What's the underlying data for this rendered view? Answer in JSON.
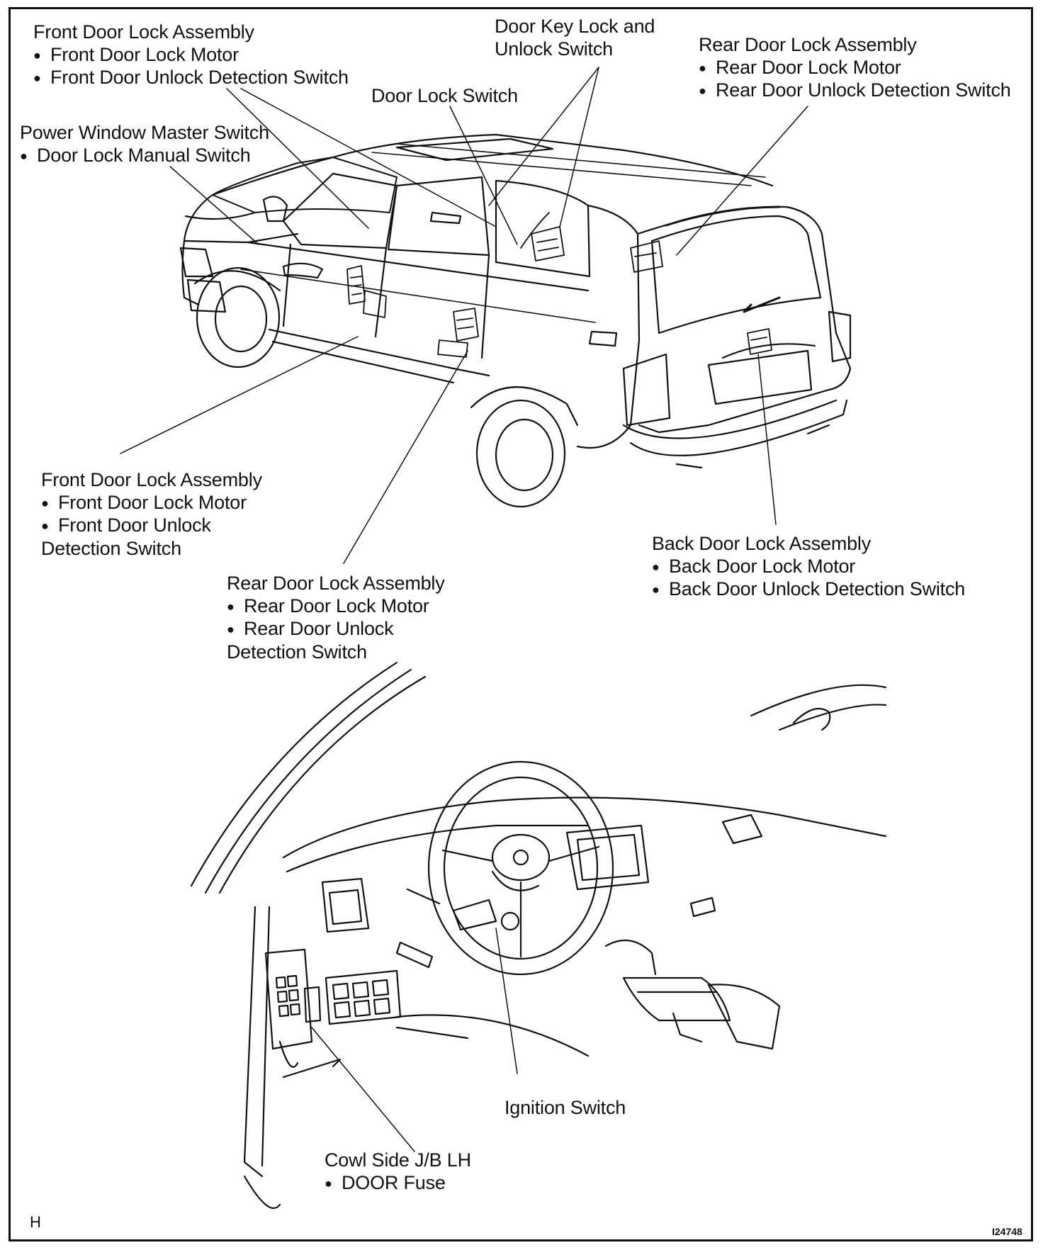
{
  "labels": {
    "front_door_lock_top": {
      "title": "Front Door Lock Assembly",
      "items": [
        "Front Door Lock Motor",
        "Front Door Unlock Detection Switch"
      ]
    },
    "door_key_lock": {
      "line1": "Door Key Lock and",
      "line2": "Unlock Switch"
    },
    "rear_door_lock_top": {
      "title": "Rear Door Lock Assembly",
      "items": [
        "Rear Door Lock Motor",
        "Rear Door Unlock Detection Switch"
      ]
    },
    "door_lock_switch": "Door Lock Switch",
    "power_window": {
      "title": "Power Window Master Switch",
      "items": [
        "Door Lock Manual Switch"
      ]
    },
    "front_door_lock_bottom": {
      "title": "Front Door Lock Assembly",
      "item1": "Front Door Lock Motor",
      "item2": "Front Door Unlock",
      "item2_cont": "Detection Switch"
    },
    "back_door_lock": {
      "title": "Back Door Lock Assembly",
      "items": [
        "Back Door Lock Motor",
        "Back Door Unlock Detection Switch"
      ]
    },
    "rear_door_lock_bottom": {
      "title": "Rear Door Lock Assembly",
      "item1": "Rear Door Lock Motor",
      "item2": "Rear Door Unlock",
      "item2_cont": "Detection Switch"
    },
    "ignition_switch": "Ignition Switch",
    "cowl_side": {
      "title": "Cowl Side J/B LH",
      "items": [
        "DOOR Fuse"
      ]
    }
  },
  "corner_mark": "H",
  "figure_id": "I24748"
}
